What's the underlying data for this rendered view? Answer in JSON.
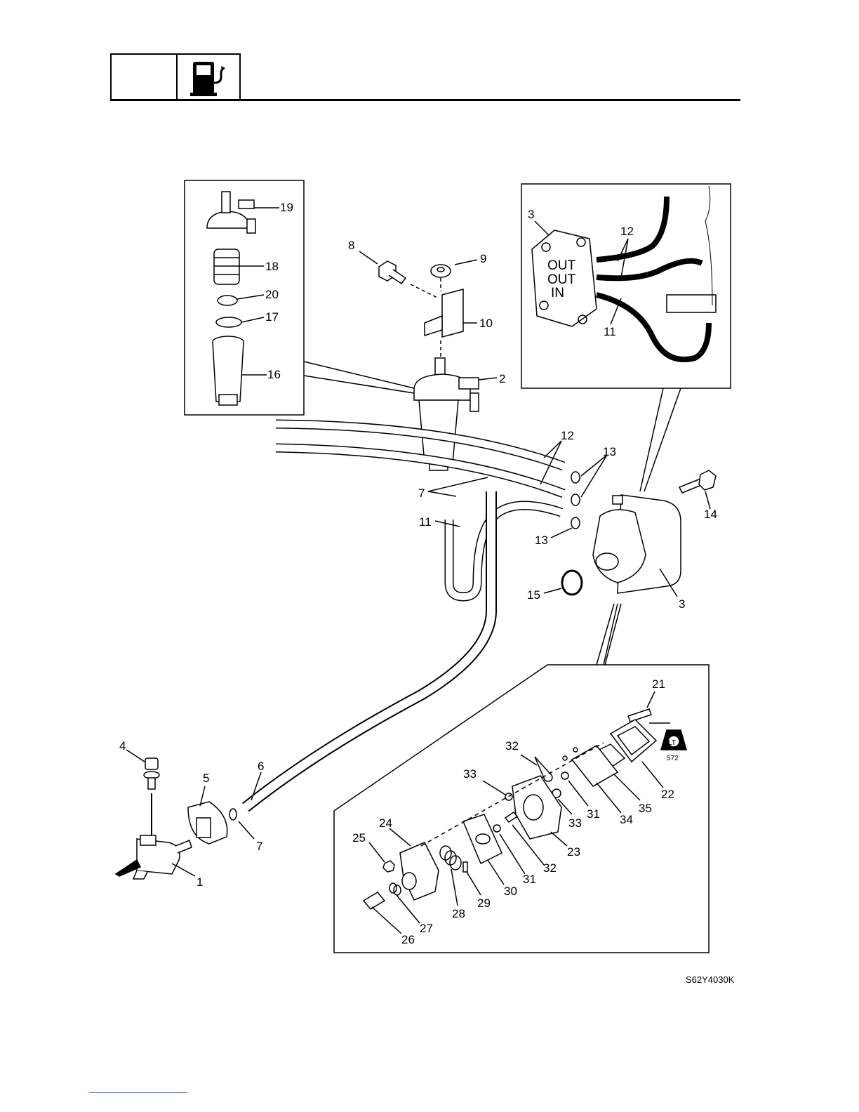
{
  "header": {
    "icon": "fuel-pump-icon"
  },
  "figure_code": "S62Y4030K",
  "callouts": {
    "c1": "1",
    "c2": "2",
    "c3a": "3",
    "c3b": "3",
    "c4": "4",
    "c5": "5",
    "c6": "6",
    "c7a": "7",
    "c7b": "7",
    "c8": "8",
    "c9": "9",
    "c10": "10",
    "c11a": "11",
    "c11b": "11",
    "c12a": "12",
    "c12b": "12",
    "c13a": "13",
    "c13b": "13",
    "c14": "14",
    "c15": "15",
    "c16": "16",
    "c17": "17",
    "c18": "18",
    "c19": "19",
    "c20": "20",
    "c21": "21",
    "c22": "22",
    "c23": "23",
    "c24": "24",
    "c25": "25",
    "c26": "26",
    "c27": "27",
    "c28": "28",
    "c29": "29",
    "c30": "30",
    "c31a": "31",
    "c31b": "31",
    "c32a": "32",
    "c32b": "32",
    "c33a": "33",
    "c33b": "33",
    "c34": "34",
    "c35": "35"
  },
  "inset_labels": {
    "out1": "OUT",
    "out2": "OUT",
    "in": "IN"
  },
  "sealant": {
    "code": "LT",
    "number": "572"
  }
}
